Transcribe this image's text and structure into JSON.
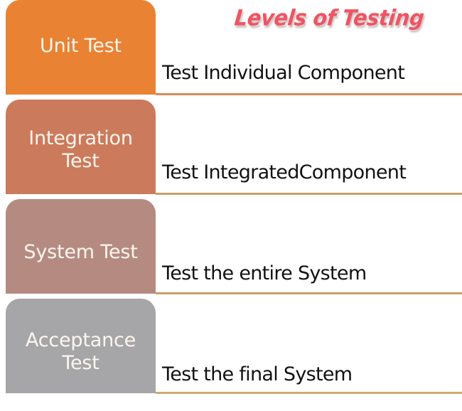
{
  "title": {
    "text": "Levels of Testing",
    "color": "#ef5463"
  },
  "background_color": "#ffffff",
  "levels": [
    {
      "label": "Unit Test",
      "description": "Test Individual Component",
      "box_color": "#e98233",
      "label_color": "#fdf6ee",
      "divider_color": "#d98a59"
    },
    {
      "label": "Integration Test",
      "description": "Test IntegratedComponent",
      "box_color": "#cc7a5c",
      "label_color": "#fdf6ee",
      "divider_color": "#c9a068"
    },
    {
      "label": "System Test",
      "description": "Test the entire System",
      "box_color": "#b58b81",
      "label_color": "#fdf6ee",
      "divider_color": "#c9a068"
    },
    {
      "label": "Acceptance Test",
      "description": "Test the final System",
      "box_color": "#a6a6a8",
      "label_color": "#fdf6ee",
      "divider_color": "#ceac6e"
    }
  ]
}
